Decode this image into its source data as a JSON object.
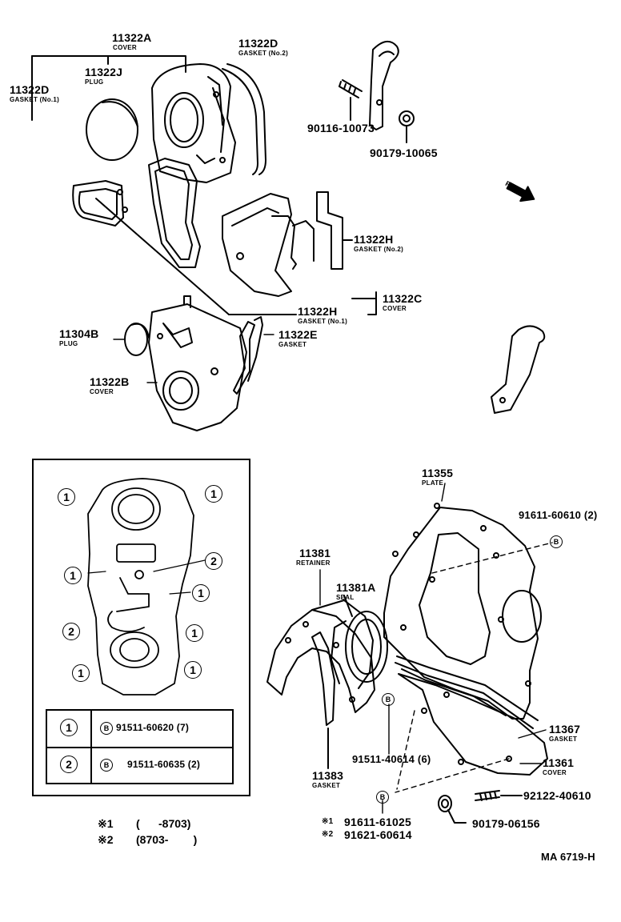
{
  "labels": {
    "p11322A": {
      "pn": "11322A",
      "desc": "COVER"
    },
    "p11322J": {
      "pn": "11322J",
      "desc": "PLUG"
    },
    "p11322D_no1": {
      "pn": "11322D",
      "desc": "GASKET (No.1)"
    },
    "p11322D_no2": {
      "pn": "11322D",
      "desc": "GASKET (No.2)"
    },
    "p90116": {
      "pn": "90116-10073"
    },
    "p90179_10065": {
      "pn": "90179-10065"
    },
    "front": "FRONT",
    "p11322H_no2": {
      "pn": "11322H",
      "desc": "GASKET (No.2)"
    },
    "p11322C": {
      "pn": "11322C",
      "desc": "COVER"
    },
    "p11322H_no1": {
      "pn": "11322H",
      "desc": "GASKET (No.1)"
    },
    "p11304B": {
      "pn": "11304B",
      "desc": "PLUG"
    },
    "p11322E": {
      "pn": "11322E",
      "desc": "GASKET"
    },
    "p11322B": {
      "pn": "11322B",
      "desc": "COVER"
    },
    "p11355": {
      "pn": "11355",
      "desc": "PLATE"
    },
    "p91611_60610": {
      "pn": "91611-60610 (2)"
    },
    "p11381": {
      "pn": "11381",
      "desc": "RETAINER"
    },
    "p11381A": {
      "pn": "11381A",
      "desc": "SEAL"
    },
    "p91511_40614": {
      "pn": "91511-40614 (6)"
    },
    "p11367": {
      "pn": "11367",
      "desc": "GASKET"
    },
    "p11361": {
      "pn": "11361",
      "desc": "COVER"
    },
    "p11383": {
      "pn": "11383",
      "desc": "GASKET"
    },
    "p92122": {
      "pn": "92122-40610"
    },
    "p90179_06156": {
      "pn": "90179-06156"
    },
    "p91611_61025": {
      "pn": "91611-61025",
      "mark": "※1"
    },
    "p91621_60614": {
      "pn": "91621-60614",
      "mark": "※2"
    }
  },
  "legend": {
    "rows": [
      {
        "key": "1",
        "mark": "B",
        "part": "91511-60620 (7)"
      },
      {
        "key": "2",
        "mark": "B",
        "part": "91511-60635 (2)"
      }
    ],
    "bolt_positions": [
      "1",
      "1",
      "2",
      "1",
      "1",
      "2",
      "1",
      "1",
      "1"
    ]
  },
  "notes": {
    "n1": {
      "mark": "※1",
      "text": "(      -8703)"
    },
    "n2": {
      "mark": "※2",
      "text": "(8703-        )"
    }
  },
  "bolt_mark": "B",
  "figure_id": "MA 6719-H"
}
